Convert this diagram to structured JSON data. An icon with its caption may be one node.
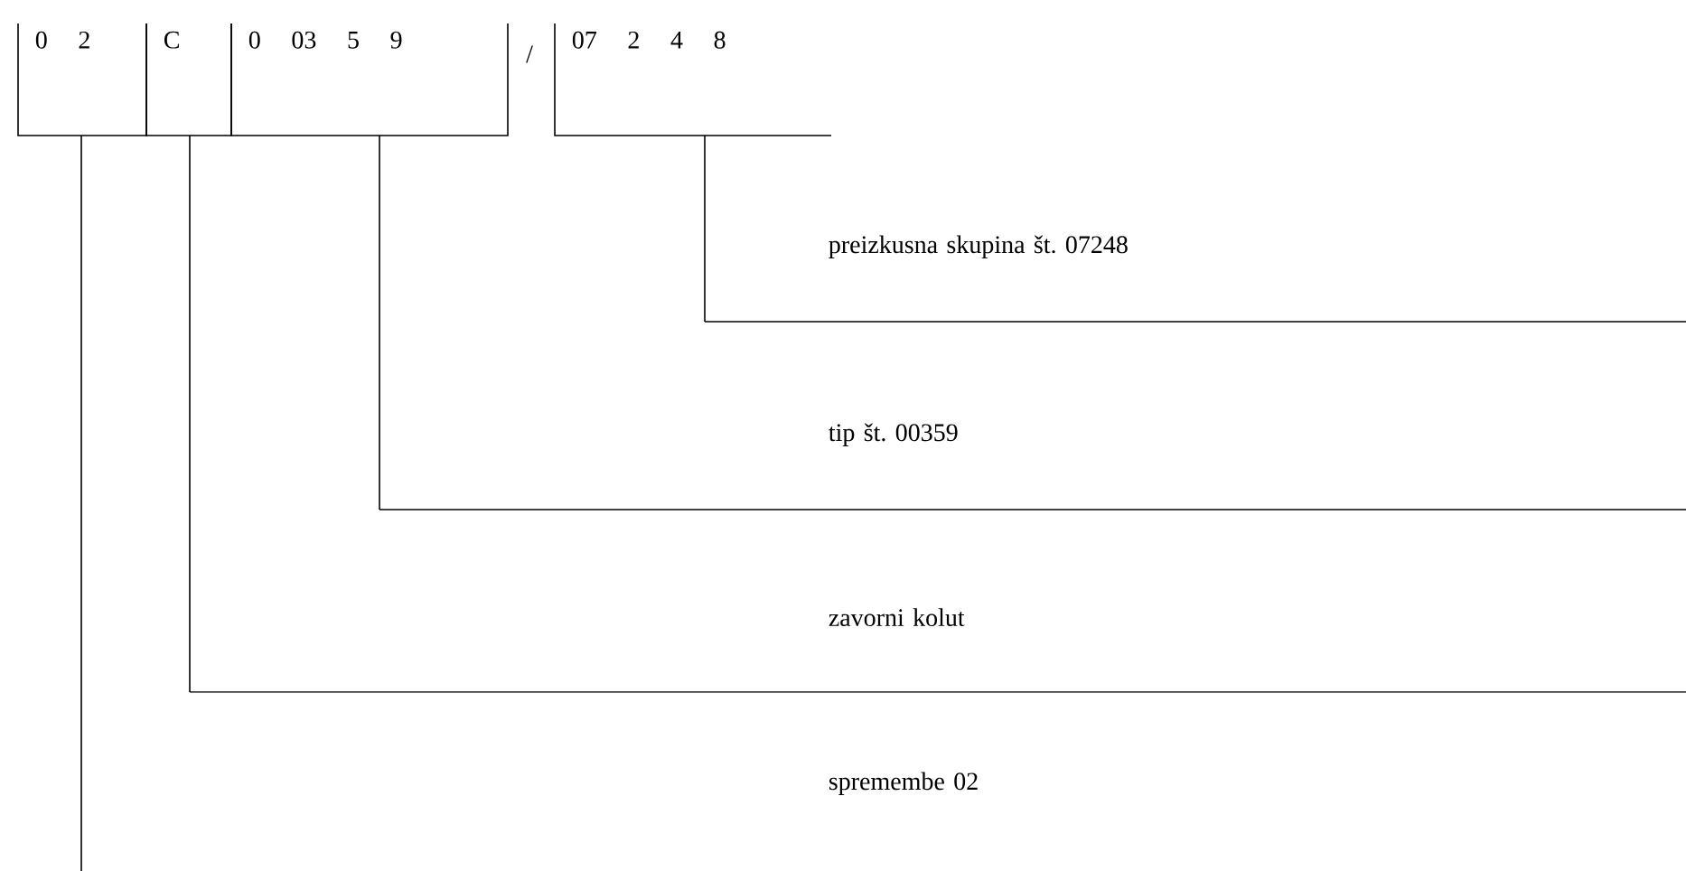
{
  "diagram": {
    "nodes": [
      {
        "text": [
          "0 2"
        ]
      },
      {
        "text": [
          "C"
        ]
      },
      {
        "text": [
          "0 03 5 9"
        ]
      },
      {
        "text": [
          "07 2 4 8"
        ]
      },
      {
        "text": [
          "preizkusna skupina št. 07248"
        ]
      },
      {
        "text": [
          "tip št. 00359"
        ]
      },
      {
        "text": [
          "zavorni kolut"
        ]
      },
      {
        "text": [
          "spremembe 02"
        ]
      }
    ],
    "edges": [
      {
        "from": 3,
        "to": 4,
        "arrow": "none"
      },
      {
        "from": 2,
        "to": 5,
        "arrow": "none"
      },
      {
        "from": 1,
        "to": 6,
        "arrow": "none"
      },
      {
        "from": 0,
        "to": null,
        "arrow": "none"
      }
    ],
    "labels": [
      "/"
    ]
  }
}
